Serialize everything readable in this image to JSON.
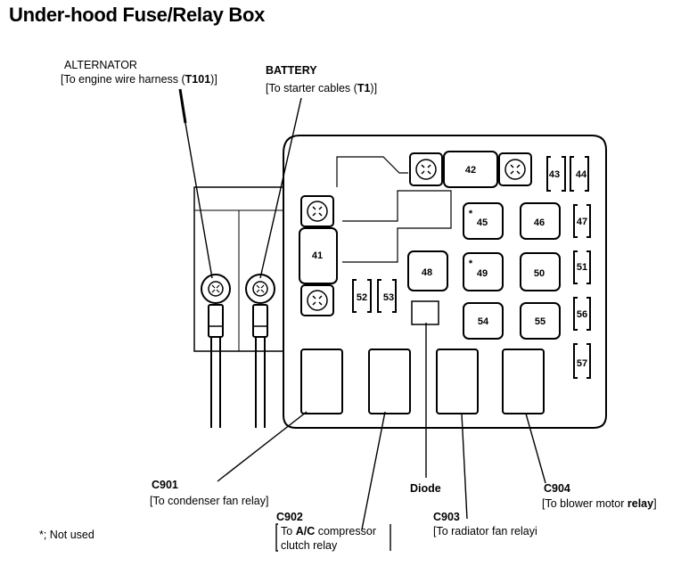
{
  "title": "Under-hood Fuse/Relay Box",
  "alternator": {
    "name": "ALTERNATOR",
    "desc_pre": "[To engine wire harness (",
    "desc_code": "T101",
    "desc_post": ")]"
  },
  "battery": {
    "name": "BATTERY",
    "desc_pre": "[To starter cables (",
    "desc_code": "T1",
    "desc_post": ")]"
  },
  "fuses": {
    "f41": "41",
    "f42": "42",
    "f43": "43",
    "f44": "44",
    "f45": "45",
    "f46": "46",
    "f47": "47",
    "f48": "48",
    "f49": "49",
    "f50": "50",
    "f51": "51",
    "f52": "52",
    "f53": "53",
    "f54": "54",
    "f55": "55",
    "f56": "56",
    "f57": "57",
    "not_used_mark": "*"
  },
  "connectors": {
    "c901": {
      "id": "C901",
      "desc": "[To condenser fan relay]"
    },
    "c902": {
      "id": "C902",
      "desc_pre": "To ",
      "desc_bold": "A/C",
      "desc_post": " compressor",
      "desc_line2": "clutch relay"
    },
    "c903": {
      "id": "C903",
      "desc": "[To radiator fan relayi"
    },
    "c904": {
      "id": "C904",
      "desc_pre": "[To blower motor ",
      "desc_bold": "relay",
      "desc_post": "]"
    },
    "diode": "Diode"
  },
  "footnote": "*; Not used"
}
